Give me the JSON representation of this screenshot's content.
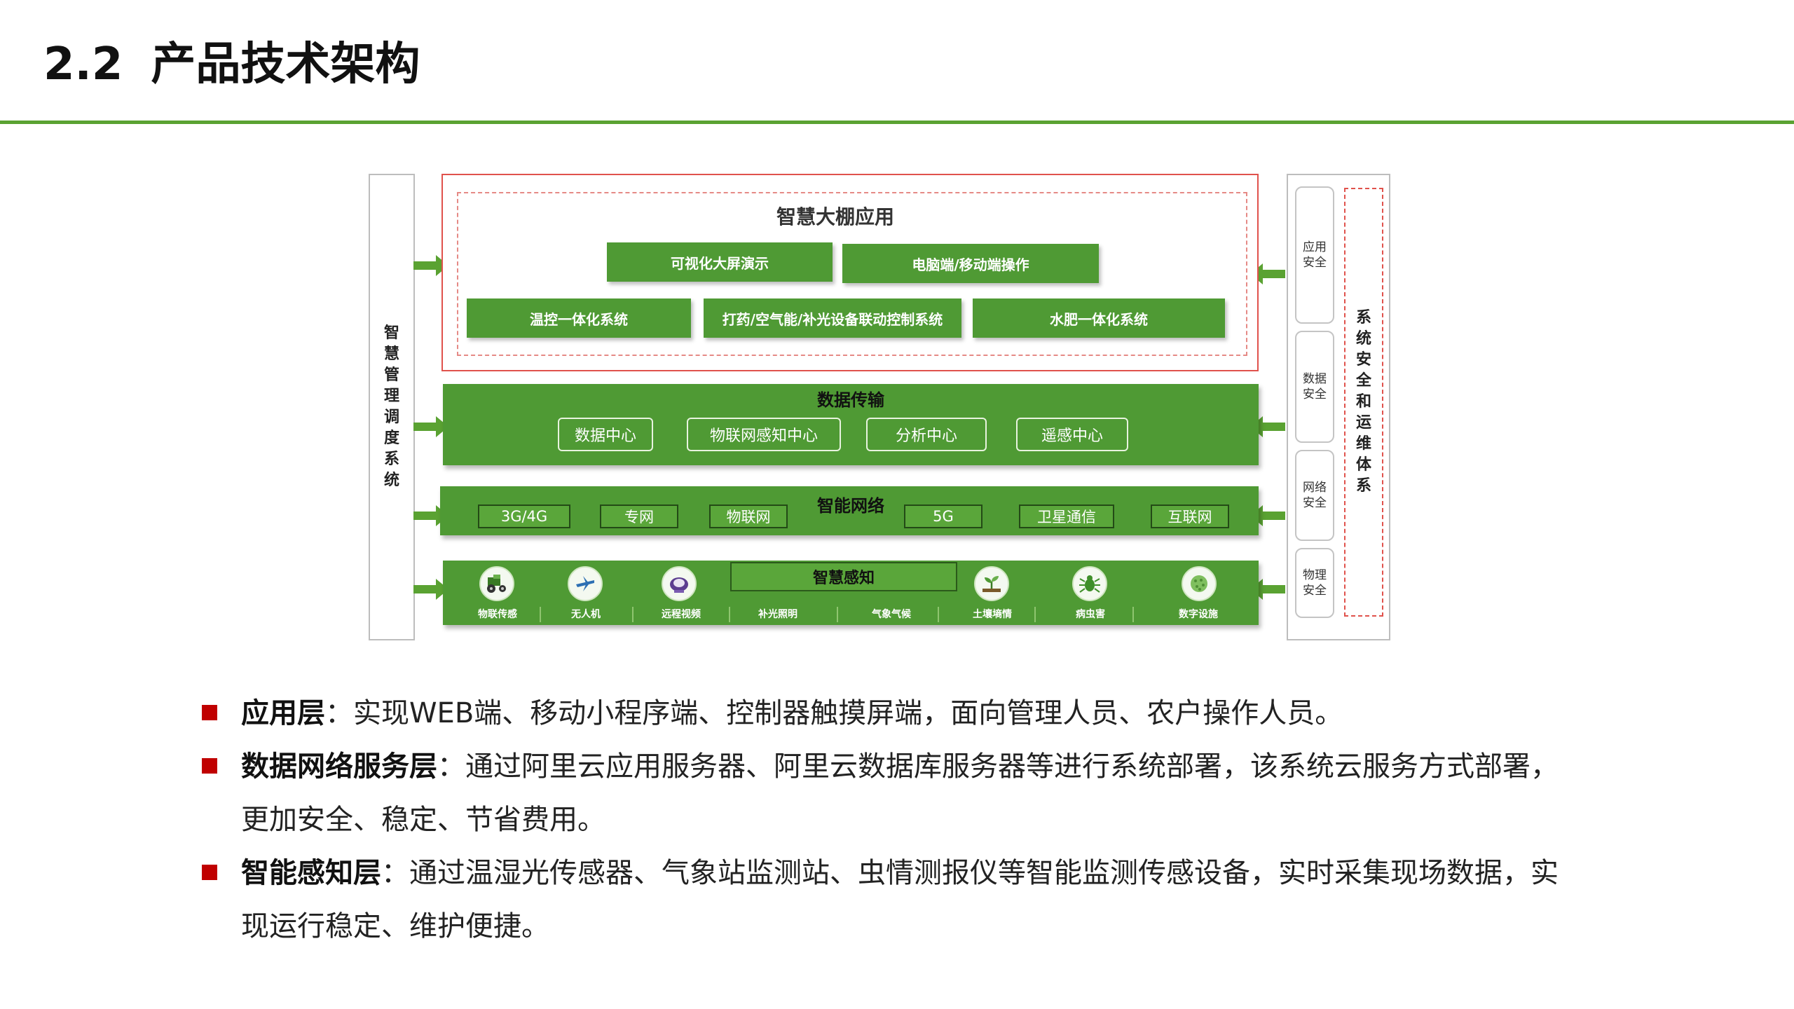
{
  "header": {
    "section_number": "2.2",
    "title": "产品技术架构"
  },
  "diagram": {
    "left_system": "智慧管理调度系统",
    "right_system": "系统安全和运维体系",
    "security_items": [
      "应用安全",
      "数据安全",
      "网络安全",
      "物理安全"
    ],
    "app_layer": {
      "title": "智慧大棚应用",
      "row1": [
        "可视化大屏演示",
        "电脑端/移动端操作"
      ],
      "row2": [
        "温控一体化系统",
        "打药/空气能/补光设备联动控制系统",
        "水肥一体化系统"
      ]
    },
    "data_layer": {
      "title": "数据传输",
      "items": [
        "数据中心",
        "物联网感知中心",
        "分析中心",
        "遥感中心"
      ]
    },
    "network_layer": {
      "title": "智能网络",
      "items": [
        "3G/4G",
        "专网",
        "物联网",
        "5G",
        "卫星通信",
        "互联网"
      ]
    },
    "perception_layer": {
      "title": "智慧感知",
      "items": [
        {
          "label": "物联传感",
          "icon": "tractor-icon"
        },
        {
          "label": "无人机",
          "icon": "drone-icon"
        },
        {
          "label": "远程视频",
          "icon": "camera-icon"
        },
        {
          "label": "补光照明",
          "icon": ""
        },
        {
          "label": "气象气候",
          "icon": ""
        },
        {
          "label": "土壤墒情",
          "icon": "sprout-icon"
        },
        {
          "label": "病虫害",
          "icon": "bug-icon"
        },
        {
          "label": "数字设施",
          "icon": "digital-icon"
        }
      ]
    },
    "colors": {
      "green": "#4f9a34",
      "red": "#e0524c",
      "accent": "#5aa232"
    }
  },
  "bullets": [
    {
      "label": "应用层",
      "text": "：实现WEB端、移动小程序端、控制器触摸屏端，面向管理人员、农户操作人员。"
    },
    {
      "label": "数据网络服务层",
      "line1": "：通过阿里云应用服务器、阿里云数据库服务器等进行系统部署，该系统云服务方式部署，",
      "line2": "更加安全、稳定、节省费用。"
    },
    {
      "label": "智能感知层",
      "line1": "：通过温湿光传感器、气象站监测站、虫情测报仪等智能监测传感设备，实时采集现场数据，实",
      "line2": "现运行稳定、维护便捷。"
    }
  ]
}
